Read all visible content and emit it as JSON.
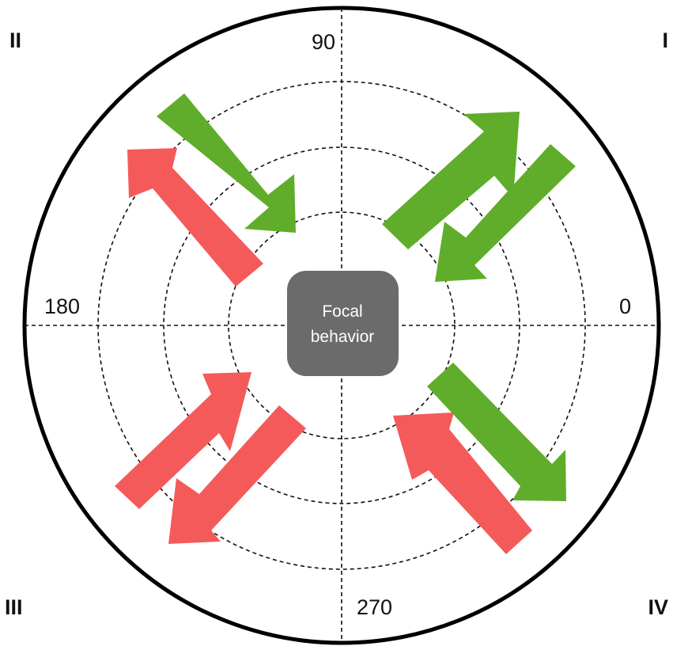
{
  "quadrants": {
    "i": "I",
    "ii": "II",
    "iii": "III",
    "iv": "IV"
  },
  "angles": {
    "deg0": "0",
    "deg90": "90",
    "deg180": "180",
    "deg270": "270"
  },
  "center": {
    "line1": "Focal",
    "line2": "behavior"
  },
  "colors": {
    "green": "#5fad2a",
    "red": "#f55a5a",
    "center": "#6b6b6b",
    "line": "#111111"
  }
}
